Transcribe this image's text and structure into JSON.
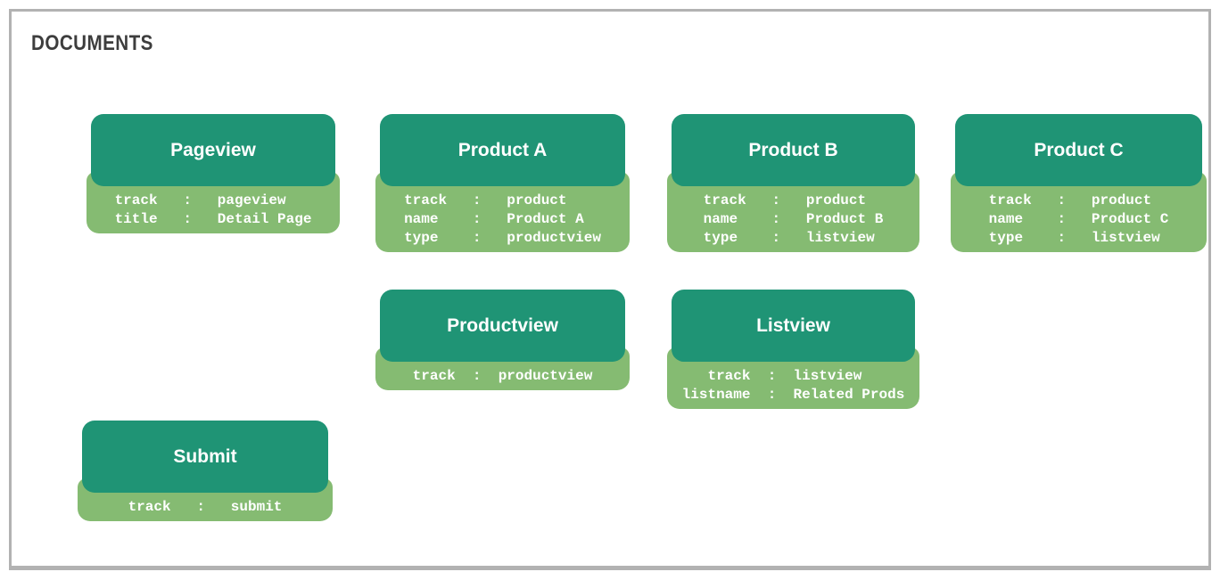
{
  "page": {
    "title": "DOCUMENTS"
  },
  "colors": {
    "header_green": "#1F9475",
    "body_green": "#85BB72",
    "frame_border": "#B2B2B2",
    "title_text": "#3D3D3D",
    "card_text": "#FFFFFF"
  },
  "cards": [
    {
      "title": "Pageview",
      "lines": [
        "track   :   pageview",
        "title   :   Detail Page"
      ]
    },
    {
      "title": "Product A",
      "lines": [
        "track   :   product",
        "name    :   Product A",
        "type    :   productview"
      ]
    },
    {
      "title": "Product B",
      "lines": [
        "track   :   product",
        "name    :   Product B",
        "type    :   listview"
      ]
    },
    {
      "title": "Product C",
      "lines": [
        "track   :   product",
        "name    :   Product C",
        "type    :   listview"
      ]
    },
    {
      "title": "Productview",
      "lines": [
        "track  :  productview"
      ]
    },
    {
      "title": "Listview",
      "lines": [
        "   track  :  listview",
        "listname  :  Related Prods"
      ]
    },
    {
      "title": "Submit",
      "lines": [
        "track   :   submit"
      ]
    }
  ]
}
